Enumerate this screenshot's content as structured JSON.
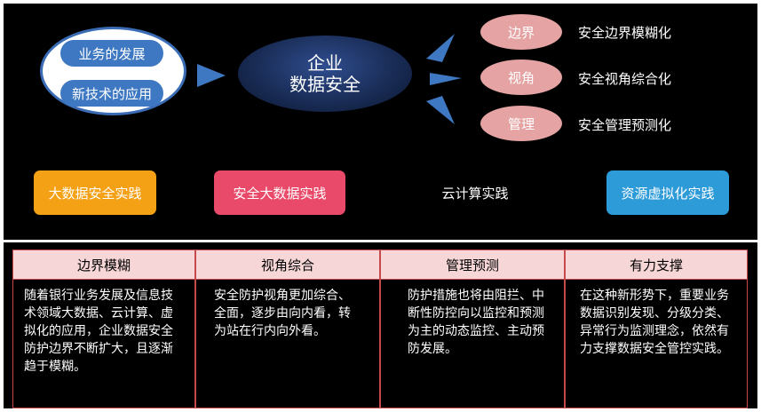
{
  "drivers": [
    "业务的发展",
    "新技术的应用"
  ],
  "core": {
    "line1": "企业",
    "line2": "数据安全"
  },
  "aspects": [
    {
      "label": "边界",
      "text": "安全边界模糊化"
    },
    {
      "label": "视角",
      "text": "安全视角综合化"
    },
    {
      "label": "管理",
      "text": "安全管理预测化"
    }
  ],
  "practices": [
    "大数据安全实践",
    "安全大数据实践",
    "云计算实践",
    "资源虚拟化实践"
  ],
  "table": {
    "headers": [
      "边界模糊",
      "视角综合",
      "管理预测",
      "有力支撑"
    ],
    "cells": [
      "随着银行业务发展及信息技术领域大数据、云计算、虚拟化的应用，企业数据安全防护边界不断扩大，且逐渐趋于模糊。",
      "安全防护视角更加综合、全面，逐步由向内看，转为站在行内向外看。",
      "防护措施也将由阻拦、中断性防控向以监控和预测为主的动态监控、主动预防发展。",
      "在这种新形势下，重要业务数据识别发现、分级分类、异常行为监测理念，依然有力支撑数据安全管控实践。"
    ]
  },
  "colors": {
    "background": "#000000",
    "driver_blue": "#3e78c2",
    "aspect_pink": "#e6a3a3",
    "practice_orange": "#f5a115",
    "practice_red": "#e94a6a",
    "practice_blue": "#2e9bd9",
    "table_header": "#f6d6d6",
    "table_border": "#c74a4a"
  }
}
